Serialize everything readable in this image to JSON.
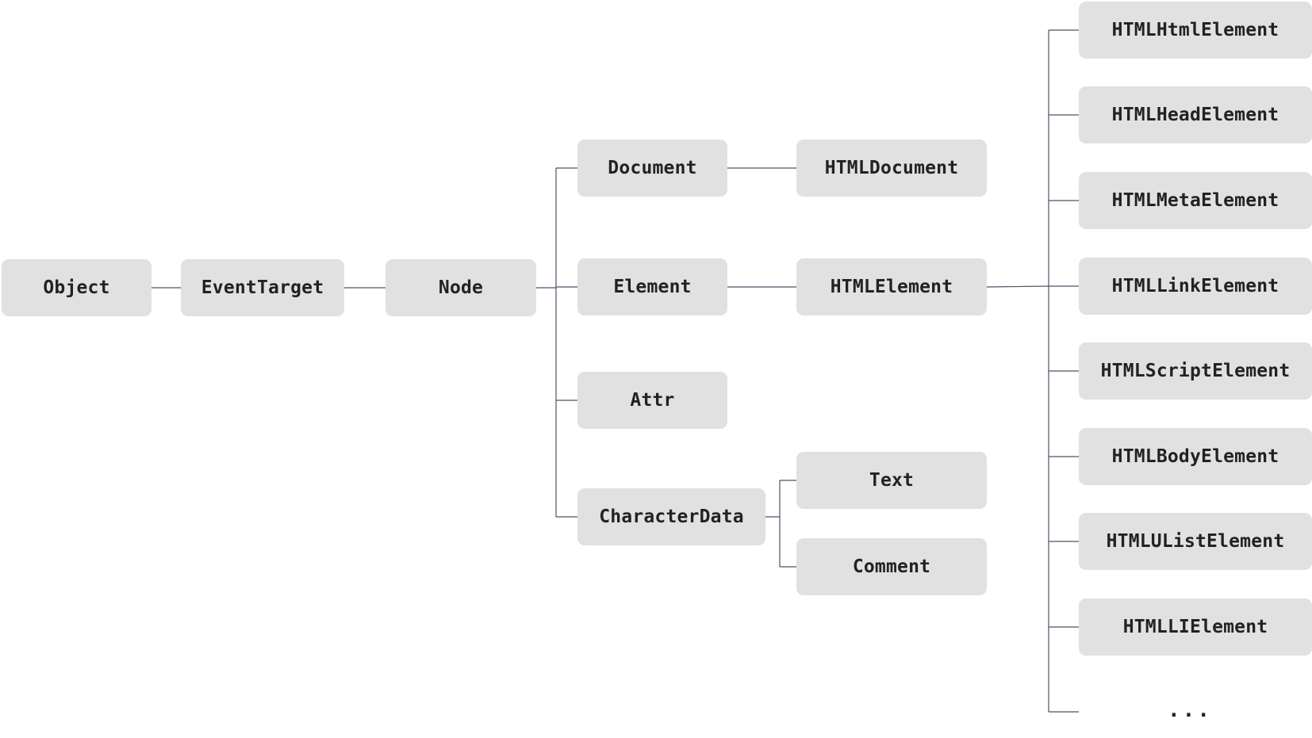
{
  "diagram": {
    "nodes": {
      "object": "Object",
      "eventtarget": "EventTarget",
      "node": "Node",
      "document": "Document",
      "element": "Element",
      "attr": "Attr",
      "characterdata": "CharacterData",
      "htmldocument": "HTMLDocument",
      "htmlelement": "HTMLElement",
      "text": "Text",
      "comment": "Comment",
      "htmlhtml": "HTMLHtmlElement",
      "htmlhead": "HTMLHeadElement",
      "htmlmeta": "HTMLMetaElement",
      "htmllink": "HTMLLinkElement",
      "htmlscript": "HTMLScriptElement",
      "htmlbody": "HTMLBodyElement",
      "htmlulist": "HTMLUListElement",
      "htmlli": "HTMLLIElement",
      "more": "..."
    },
    "edges": [
      [
        "Object",
        "EventTarget"
      ],
      [
        "EventTarget",
        "Node"
      ],
      [
        "Node",
        "Document"
      ],
      [
        "Node",
        "Element"
      ],
      [
        "Node",
        "Attr"
      ],
      [
        "Node",
        "CharacterData"
      ],
      [
        "Document",
        "HTMLDocument"
      ],
      [
        "Element",
        "HTMLElement"
      ],
      [
        "CharacterData",
        "Text"
      ],
      [
        "CharacterData",
        "Comment"
      ],
      [
        "HTMLElement",
        "HTMLHtmlElement"
      ],
      [
        "HTMLElement",
        "HTMLHeadElement"
      ],
      [
        "HTMLElement",
        "HTMLMetaElement"
      ],
      [
        "HTMLElement",
        "HTMLLinkElement"
      ],
      [
        "HTMLElement",
        "HTMLScriptElement"
      ],
      [
        "HTMLElement",
        "HTMLBodyElement"
      ],
      [
        "HTMLElement",
        "HTMLUListElement"
      ],
      [
        "HTMLElement",
        "HTMLLIElement"
      ],
      [
        "HTMLElement",
        "..."
      ]
    ]
  }
}
